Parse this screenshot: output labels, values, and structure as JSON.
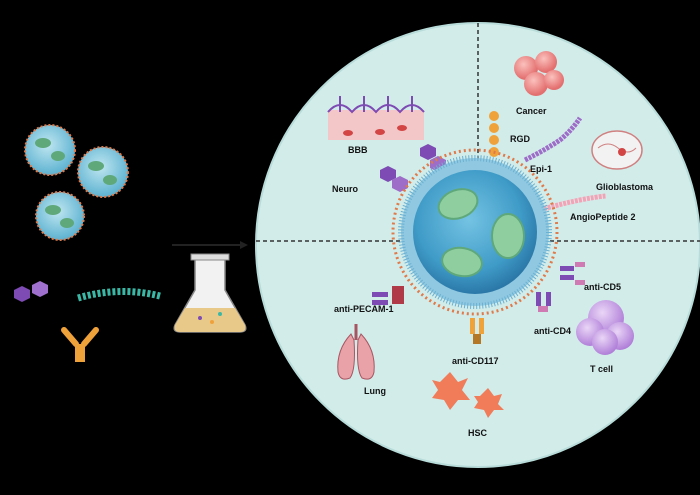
{
  "labels": {
    "bbb": "BBB",
    "neuro": "Neuro",
    "cancer": "Cancer",
    "rgd": "RGD",
    "epi1": "Epi-1",
    "glioblastoma": "Glioblastoma",
    "angiopeptide": "AngioPeptide 2",
    "anti_cd5": "anti-CD5",
    "anti_cd4": "anti-CD4",
    "t_cell": "T cell",
    "anti_pecam1": "anti-PECAM-1",
    "lung": "Lung",
    "anti_cd117": "anti-CD117",
    "hsc": "HSC"
  },
  "colors": {
    "background": "#000000",
    "circle_fill": "#d2ecea",
    "nanoparticle_core": "#3f9bc7",
    "nanoparticle_shell": "#e07a4a",
    "cancer": "#f08a8a",
    "peptide_purple": "#9d6dc8",
    "peptide_pink": "#f4a3b6",
    "antibody_orange": "#f0a23a",
    "tcell": "#c9a3e6",
    "hsc": "#f07c5a",
    "lung": "#e9a3a8",
    "peg_chain": "#3bb7a5"
  },
  "icons": [
    "nanoparticle-icon",
    "peptide-icon",
    "polymer-chain-icon",
    "antibody-icon",
    "flask-icon",
    "bbb-endothelium-icon",
    "cancer-cells-icon",
    "brain-icon",
    "tcell-icon",
    "lung-icon",
    "hsc-icon"
  ]
}
